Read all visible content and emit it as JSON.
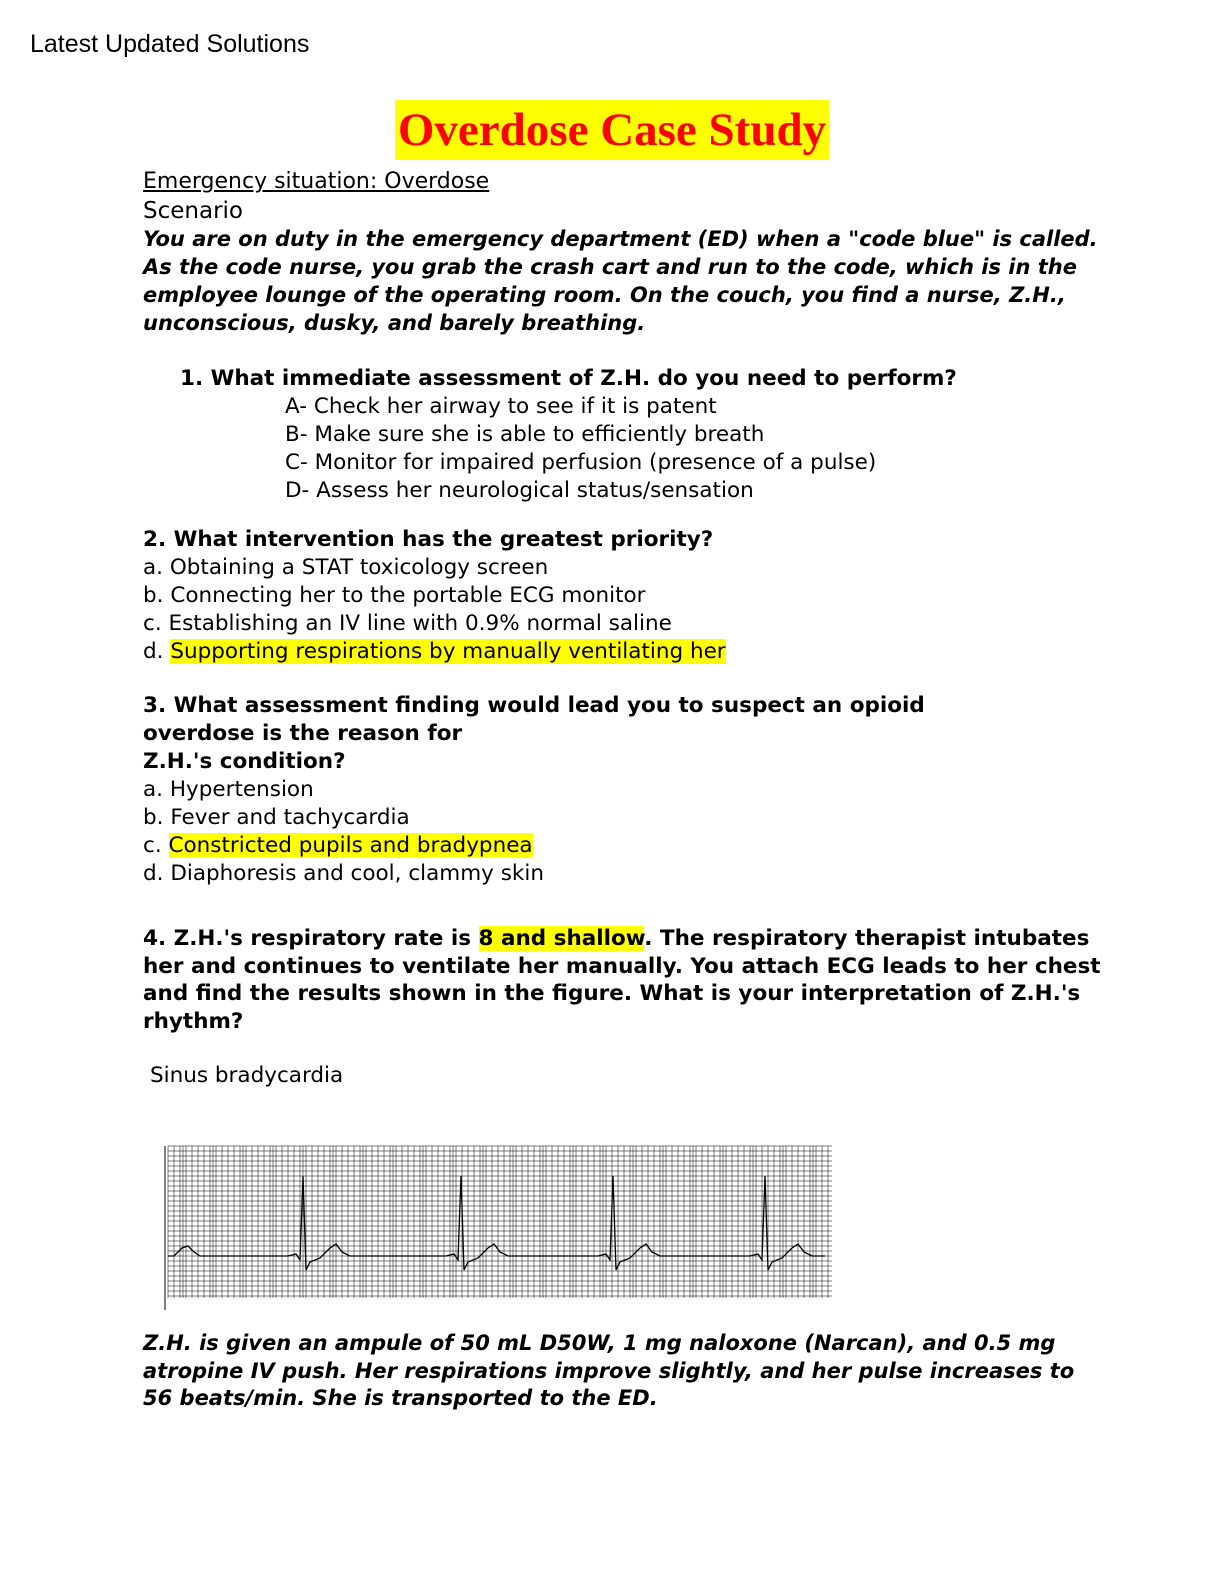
{
  "header": {
    "text": "Latest Updated Solutions"
  },
  "title": "Overdose Case Study",
  "section_heading": "Emergency situation: Overdose",
  "scenario_heading": "Scenario",
  "scenario_text": "You are on duty in the emergency department (ED) when a \"code blue\" is called. As the code nurse, you grab the crash cart and run to the code, which is in the employee lounge of the operating room. On the couch, you find a nurse, Z.H., unconscious, dusky, and barely breathing.",
  "q1": {
    "question": "1. What immediate assessment of Z.H. do you need to perform?",
    "options": [
      "A- Check her airway to see if it is patent",
      "B- Make sure she is able to efficiently breath",
      "C- Monitor for impaired perfusion (presence of a pulse)",
      "D- Assess her neurological status/sensation"
    ]
  },
  "q2": {
    "question": "2. What intervention has the greatest priority?",
    "options": [
      {
        "letter": "a.",
        "text": "Obtaining a STAT toxicology screen"
      },
      {
        "letter": "b.",
        "text": "Connecting her to the portable ECG monitor"
      },
      {
        "letter": "c.",
        "text": "Establishing an IV line with 0.9% normal saline"
      },
      {
        "letter": "d.",
        "text": "Supporting respirations by manually ventilating her"
      }
    ]
  },
  "q3": {
    "question_lines": [
      "3. What assessment finding would lead you to suspect an opioid",
      "overdose is the reason for",
      "Z.H.'s condition?"
    ],
    "options": [
      {
        "letter": "a.",
        "text": "Hypertension"
      },
      {
        "letter": "b.",
        "text": "Fever and tachycardia"
      },
      {
        "letter": "c.",
        "text": "Constricted pupils and bradypnea"
      },
      {
        "letter": "d.",
        "text": "Diaphoresis and cool, clammy skin"
      }
    ]
  },
  "q4": {
    "before": "4. Z.H.'s respiratory rate is ",
    "highlight": "8 and shallow",
    "after": ". The respiratory therapist intubates her and continues to ventilate her manually. You attach ECG leads to her chest and find the results shown in the figure. What is your interpretation of Z.H.'s rhythm?",
    "answer": "Sinus bradycardia"
  },
  "closing_text": "Z.H. is given an ampule of 50 mL D50W, 1 mg naloxone (Narcan), and 0.5 mg atropine IV push. Her respirations improve slightly, and her pulse increases to 56 beats/min. She is transported to the ED.",
  "colors": {
    "highlight": "#ffff00",
    "title_text": "#ff0000"
  }
}
